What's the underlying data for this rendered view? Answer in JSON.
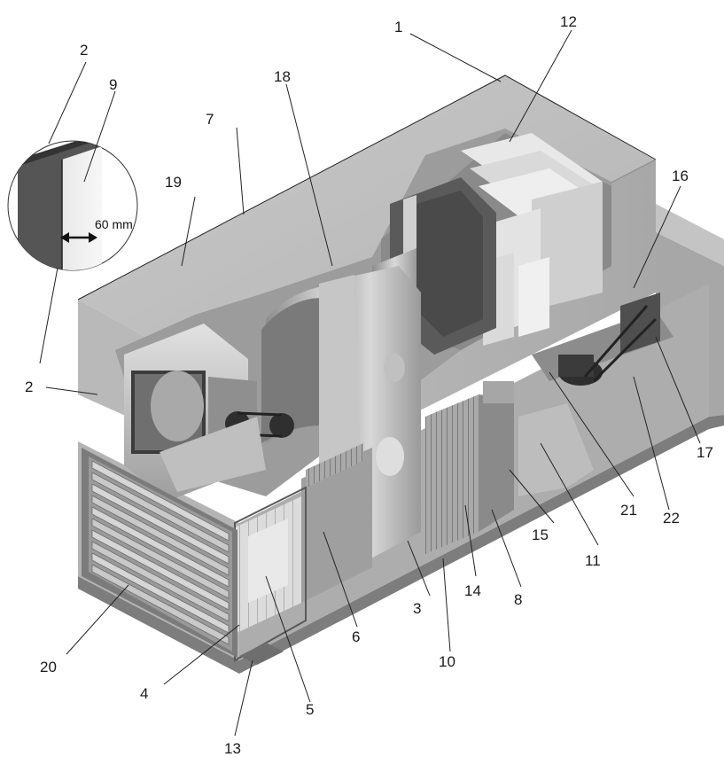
{
  "diagram": {
    "callouts": [
      "1",
      "2",
      "2",
      "3",
      "4",
      "5",
      "6",
      "7",
      "8",
      "9",
      "10",
      "11",
      "12",
      "13",
      "14",
      "15",
      "16",
      "17",
      "18",
      "19",
      "20",
      "21",
      "22"
    ],
    "inset_dimension": "60 mm"
  },
  "colors": {
    "casing": "#bdbdbd",
    "casing_dark": "#8e8e8e",
    "casing_light": "#d6d6d6",
    "panel_dark": "#5e5e5e",
    "frame": "#6b6b6b"
  }
}
